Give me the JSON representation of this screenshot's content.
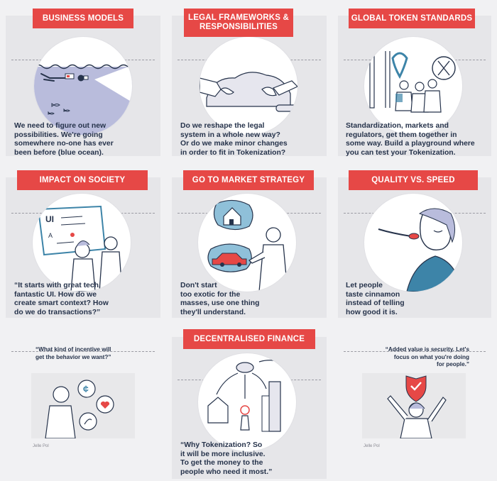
{
  "cards": [
    {
      "id": "business-models",
      "title": "BUSINESS MODELS",
      "caption": [
        "We need to figure out new",
        "possibilities. We're going",
        "somewhere no-one has ever",
        "been before (blue ocean)."
      ]
    },
    {
      "id": "legal-frameworks",
      "title_lines": [
        "LEGAL FRAMEWORKS &",
        "RESPONSIBILITIES"
      ],
      "caption": [
        "Do we reshape the legal",
        "system in a whole new way?",
        "Or do we make minor changes",
        "in order to fit in Tokenization?"
      ]
    },
    {
      "id": "global-token-standards",
      "title": "GLOBAL TOKEN STANDARDS",
      "caption": [
        "Standardization, markets and",
        "regulators, get them together in",
        "some way. Build a playground where",
        "you can test your Tokenization."
      ]
    },
    {
      "id": "impact-on-society",
      "title": "IMPACT ON SOCIETY",
      "caption": [
        "“It starts with great tech,",
        "fantastic UI. How do we",
        "create smart context? How",
        "do we do transactions?”"
      ]
    },
    {
      "id": "go-to-market",
      "title": "GO TO MARKET STRATEGY",
      "caption": [
        "Don't start",
        "too exotic for the",
        "masses, use one thing",
        "they'll understand."
      ]
    },
    {
      "id": "quality-vs-speed",
      "title": "QUALITY VS. SPEED",
      "caption": [
        "Let people",
        "taste cinnamon",
        "instead of telling",
        "how good it is."
      ]
    },
    {
      "id": "decentralised-finance",
      "title": "DECENTRALISED FINANCE",
      "caption": [
        "“Why Tokenization? So",
        "it will be more inclusive.",
        "To get the money to the",
        "people who need it most.”"
      ]
    }
  ],
  "side_left": {
    "quote": [
      "“What kind of incentive will",
      "get the behavior we want?”"
    ],
    "credit": "Jelle Pol"
  },
  "side_right": {
    "quote": [
      "“Added value is security. Let's",
      "focus on what you're doing",
      "for people.”"
    ],
    "credit": "Jelle Pol"
  },
  "colors": {
    "accent": "#e64846",
    "ink": "#26334b",
    "ocean": "#b9bcdc",
    "teal": "#3d84a8",
    "background": "#f1f1f3"
  }
}
